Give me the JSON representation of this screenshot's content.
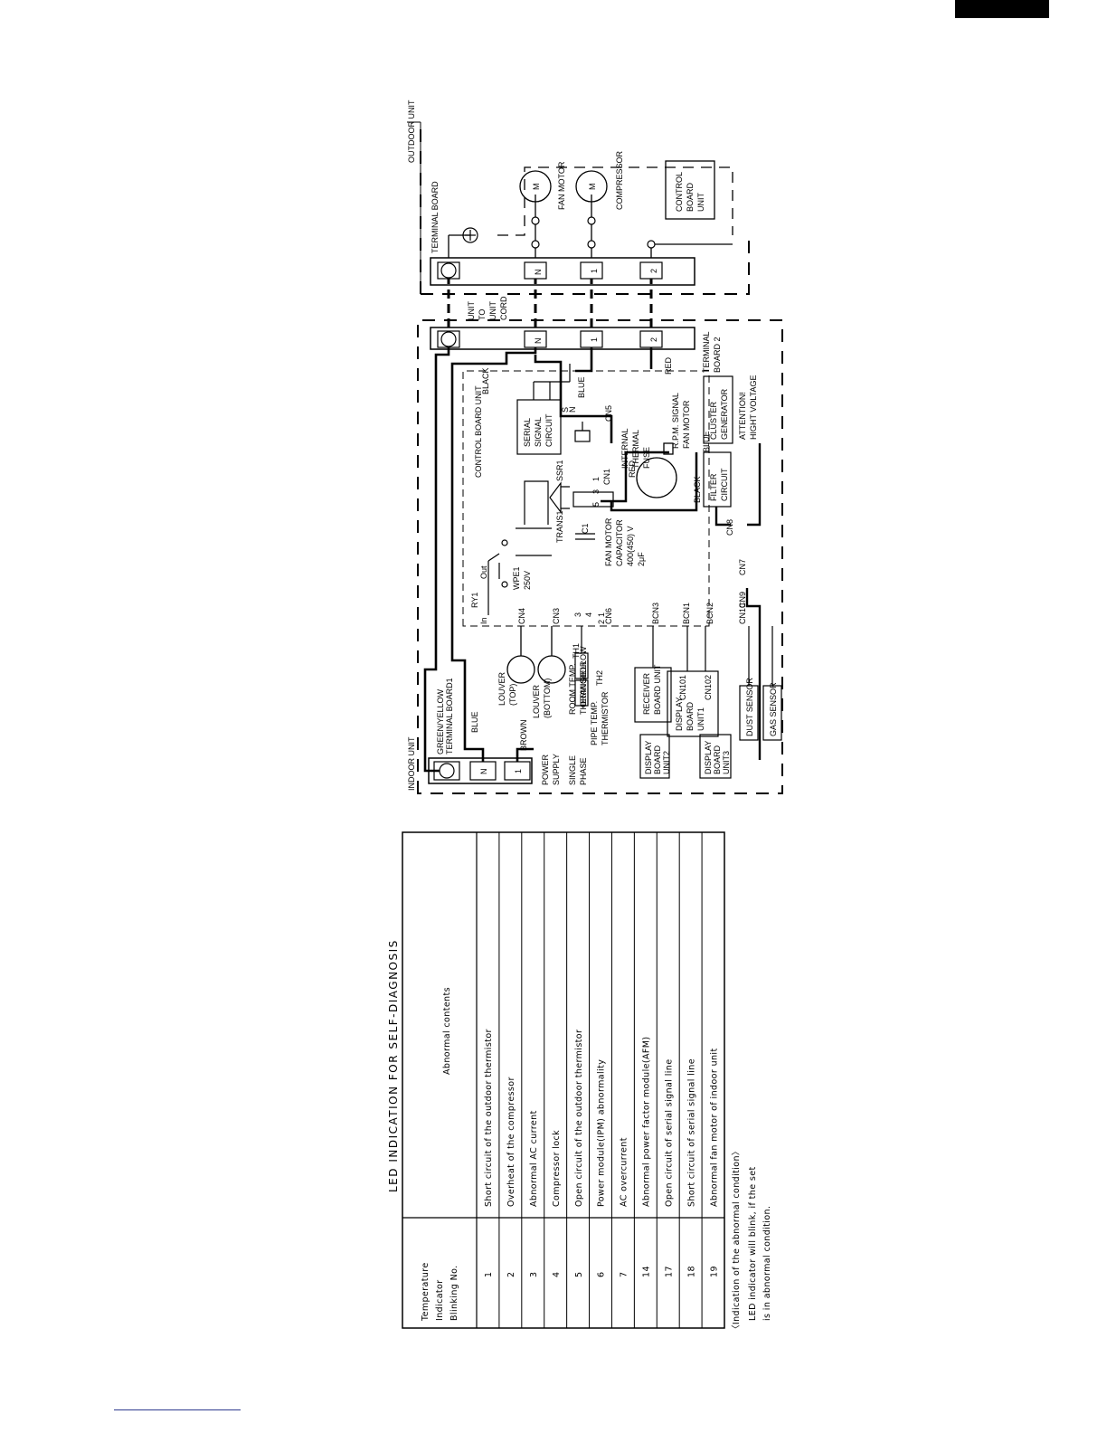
{
  "wiring": {
    "outdoor_unit": "OUTDOOR UNIT",
    "indoor_unit": "INDOOR UNIT",
    "terminal_board": "TERMINAL BOARD",
    "terminal_board_1": "TERMINAL BOARD1",
    "terminal_board_2_a": "TERMINAL",
    "terminal_board_2_b": "BOARD 2",
    "green_yellow": "GREEN/YELLOW",
    "fan_motor": "FAN MOTOR",
    "compressor": "COMPRESSOR",
    "control_board_unit_out": [
      "CONTROL",
      "BOARD",
      "UNIT"
    ],
    "control_board_unit_in": "CONTROL BOARD UNIT",
    "unit_to_unit_cord": [
      "UNIT",
      "TO",
      "UNIT",
      "CORD"
    ],
    "term_n": "N",
    "term_1": "1",
    "term_2": "2",
    "motor_m": "M",
    "wire_black": "BLACK",
    "wire_blue": "BLUE",
    "wire_red": "RED",
    "wire_brown": "BROWN",
    "serial_signal_circuit": [
      "SERIAL",
      "SIGNAL",
      "CIRCUIT"
    ],
    "pin_s": "S",
    "pin_n": "N",
    "cn5": "CN5",
    "cn1": "CN1",
    "ssr1": "SSR1",
    "trans1": "TRANS1",
    "c1": "C1",
    "ry1": "RY1",
    "ry_out": "Out",
    "ry_in": "In",
    "fuse_name": "WPE1",
    "fuse_rating": "250V",
    "fan_motor_capacitor": [
      "FAN MOTOR",
      "CAPACITOR",
      "400(450) V",
      "2μF"
    ],
    "internal_thermal_fuse": [
      "INTERNAL",
      "THERMAL",
      "FUSE"
    ],
    "rpm_signal": "R.P.M. SIGNAL",
    "fan_motor_in": "FAN MOTOR",
    "cluster_generator": [
      "CLUSTER",
      "GENERATOR"
    ],
    "attention": [
      "ATTENTION!",
      "HIGHT VOLTAGE"
    ],
    "filter_circuit": [
      "FILTER",
      "CIRCUIT"
    ],
    "cn8": "CN8",
    "cn7": "CN7",
    "cn9": "CN9",
    "cn10": "CN10",
    "bcn2": "BCN2",
    "bcn1": "BCN1",
    "bcn3": "BCN3",
    "cn6": "CN6",
    "cn3": "CN3",
    "cn4": "CN4",
    "cn6_pins": [
      "3",
      "4",
      "1",
      "2"
    ],
    "cn1_pins": [
      "5",
      "3",
      "1"
    ],
    "louver_top": [
      "LOUVER",
      "(TOP)"
    ],
    "louver_bottom": [
      "LOUVER",
      "(BOTTOM)"
    ],
    "th1": "TH1",
    "th2": "TH2",
    "yellow": "YELLOW",
    "orange": "ORANGE",
    "room_temp_thermistor": [
      "ROOM TEMP.",
      "THERMISTOR"
    ],
    "pipe_temp_thermistor": [
      "PIPE TEMP.",
      "THERMISTOR"
    ],
    "receiver_board_unit": [
      "RECEIVER",
      "BOARD UNIT"
    ],
    "display_board_unit1": [
      "DISPLAY",
      "BOARD",
      "UNIT1"
    ],
    "cn101": "CN101",
    "cn102": "CN102",
    "display_board_unit2": [
      "DISPLAY",
      "BOARD",
      "UNIT2"
    ],
    "display_board_unit3": [
      "DISPLAY",
      "BOARD",
      "UNIT3"
    ],
    "dust_sensor": "DUST SENSOR",
    "gas_sensor": "GAS SENSOR",
    "power_supply": [
      "POWER",
      "SUPPLY"
    ],
    "single_phase": [
      "SINGLE",
      "PHASE"
    ]
  },
  "led": {
    "title": "LED INDICATION FOR SELF-DIAGNOSIS",
    "col1_header": [
      "Temperature",
      "Indicator",
      "Blinking No."
    ],
    "col2_header": "Abnormal contents",
    "rows": [
      {
        "no": "1",
        "content": "Short circuit of the outdoor thermistor"
      },
      {
        "no": "2",
        "content": "Overheat of the compressor"
      },
      {
        "no": "3",
        "content": "Abnormal AC current"
      },
      {
        "no": "4",
        "content": "Compressor lock"
      },
      {
        "no": "5",
        "content": "Open circuit of the outdoor thermistor"
      },
      {
        "no": "6",
        "content": "Power module(IPM) abnormality"
      },
      {
        "no": "7",
        "content": "AC overcurrent"
      },
      {
        "no": "14",
        "content": "Abnormal power factor module(AFM)"
      },
      {
        "no": "17",
        "content": "Open circuit of serial signal line"
      },
      {
        "no": "18",
        "content": "Short circuit of serial signal line"
      },
      {
        "no": "19",
        "content": "Abnormal fan motor of indoor unit"
      }
    ],
    "note": [
      "〈Indication of the abnormal condition〉",
      "LED indicator will blink, if the set",
      "is in abnormal condition."
    ]
  }
}
